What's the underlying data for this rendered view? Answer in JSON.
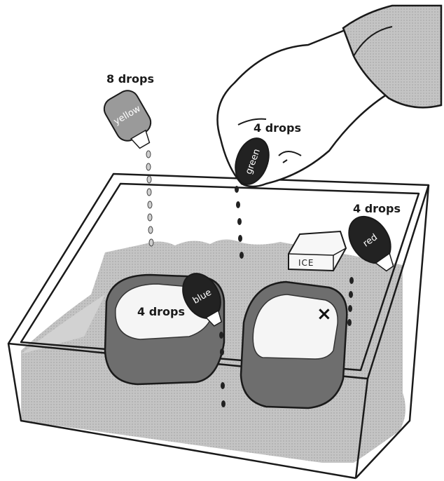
{
  "labels": {
    "yellow_drops": "8 drops",
    "green_drops": "4 drops",
    "red_drops": "4 drops",
    "blue_drops": "4 drops"
  },
  "bottles": {
    "yellow": "yellow",
    "green": "green",
    "red": "red",
    "blue": "blue"
  },
  "ice_label": "ICE",
  "marker": "×",
  "colors": {
    "ink": "#1a1a1a",
    "water": "#bdbdbd",
    "water_dark": "#9a9a9a",
    "cup_dark": "#6e6e6e",
    "bottle_dark": "#222222"
  }
}
